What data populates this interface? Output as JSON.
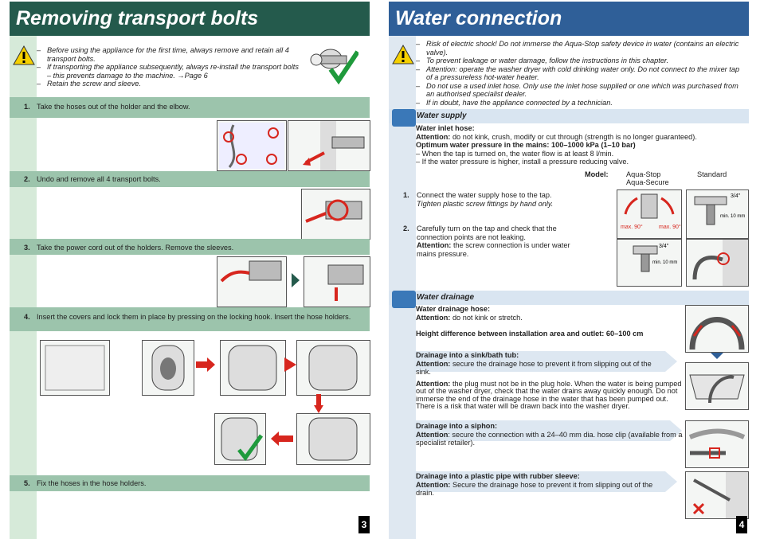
{
  "left": {
    "title": "Removing transport bolts",
    "warnings": [
      "Before using the appliance for the first time, always remove and retain all 4 transport bolts.",
      "If transporting the appliance subsequently, always re-install the transport bolts – this prevents damage to the machine. →Page 6",
      "Retain the screw and sleeve."
    ],
    "steps": [
      {
        "num": "1.",
        "text": "Take the hoses out of the holder and the elbow."
      },
      {
        "num": "2.",
        "text": "Undo and remove all 4 transport bolts."
      },
      {
        "num": "3.",
        "text": "Take the power cord out of the holders. Remove the sleeves."
      },
      {
        "num": "4.",
        "text": "Insert the covers and lock them in place by pressing on the locking hook. Insert the hose holders."
      },
      {
        "num": "5.",
        "text": "Fix the hoses in the hose holders."
      }
    ],
    "page_number": "3"
  },
  "right": {
    "title": "Water connection",
    "warnings": [
      "Risk of electric shock! Do not immerse the Aqua-Stop safety device in water (contains an electric valve).",
      "To prevent leakage or water damage, follow the instructions in this chapter.",
      "Attention: operate the washer dryer with cold drinking water only. Do not connect to the mixer tap of a pressureless hot-water heater.",
      "Do not use a used inlet hose. Only use the inlet hose supplied or one which was purchased from an authorised specialist dealer.",
      "If in doubt, have the appliance connected by a technician."
    ],
    "supply": {
      "section": "Water supply",
      "inlet_head": "Water inlet hose:",
      "attn": "Attention:",
      "inlet_text": "do not kink, crush, modify or cut through (strength is no longer guaranteed).",
      "pressure_head": "Optimum water pressure in the mains: 100–1000 kPa (1–10 bar)",
      "bullets": [
        "When the tap is turned on, the water flow is at least 8 l/min.",
        "If the water pressure is higher, install a pressure reducing valve."
      ],
      "model_label": "Model:",
      "model_a": "Aqua-Stop",
      "model_a2": "Aqua-Secure",
      "model_b": "Standard",
      "step1_num": "1.",
      "step1_a": "Connect the water supply hose to the tap.",
      "step1_b": "Tighten plastic screw fittings by hand only.",
      "step2_num": "2.",
      "step2_a": "Carefully turn on the tap and check that the connection points are not leaking.",
      "step2_attn": "Attention:",
      "step2_b": "the screw connection is under water mains pressure.",
      "fig_max": "max. 90°",
      "fig_min": "min. 10 mm",
      "fig_thread": "3/4\""
    },
    "drainage": {
      "section": "Water drainage",
      "hose_head": "Water drainage hose:",
      "attn": "Attention:",
      "hose_text": "do not kink or stretch.",
      "height_head": "Height difference between installation area and outlet: 60–100 cm",
      "sink_head": "Drainage into a sink/bath tub:",
      "sink_text": "secure the drainage hose to prevent it from slipping out of the sink.",
      "plug_text": "the plug must not be in the plug hole. When the water is being pumped out of the washer dryer, check that the water drains away quickly enough. Do not immerse the end of the drainage hose in the water that has been pumped out. There is a risk that water will be drawn back into the washer dryer.",
      "siphon_head": "Drainage into a siphon:",
      "siphon_attn": "Attention",
      "siphon_text": ": secure the connection with a 24–40 mm dia. hose clip (available from a specialist retailer).",
      "pipe_head": "Drainage into a plastic pipe with rubber sleeve:",
      "pipe_text": "Secure the drainage hose to prevent it from slipping out of the drain."
    },
    "page_number": "4"
  },
  "colors": {
    "left_header": "#245a4c",
    "right_header": "#2f5f98",
    "step_bar": "#9cc4ac",
    "section_bar": "#d9e5f1",
    "red": "#d7261e",
    "green": "#1f9a3c"
  }
}
